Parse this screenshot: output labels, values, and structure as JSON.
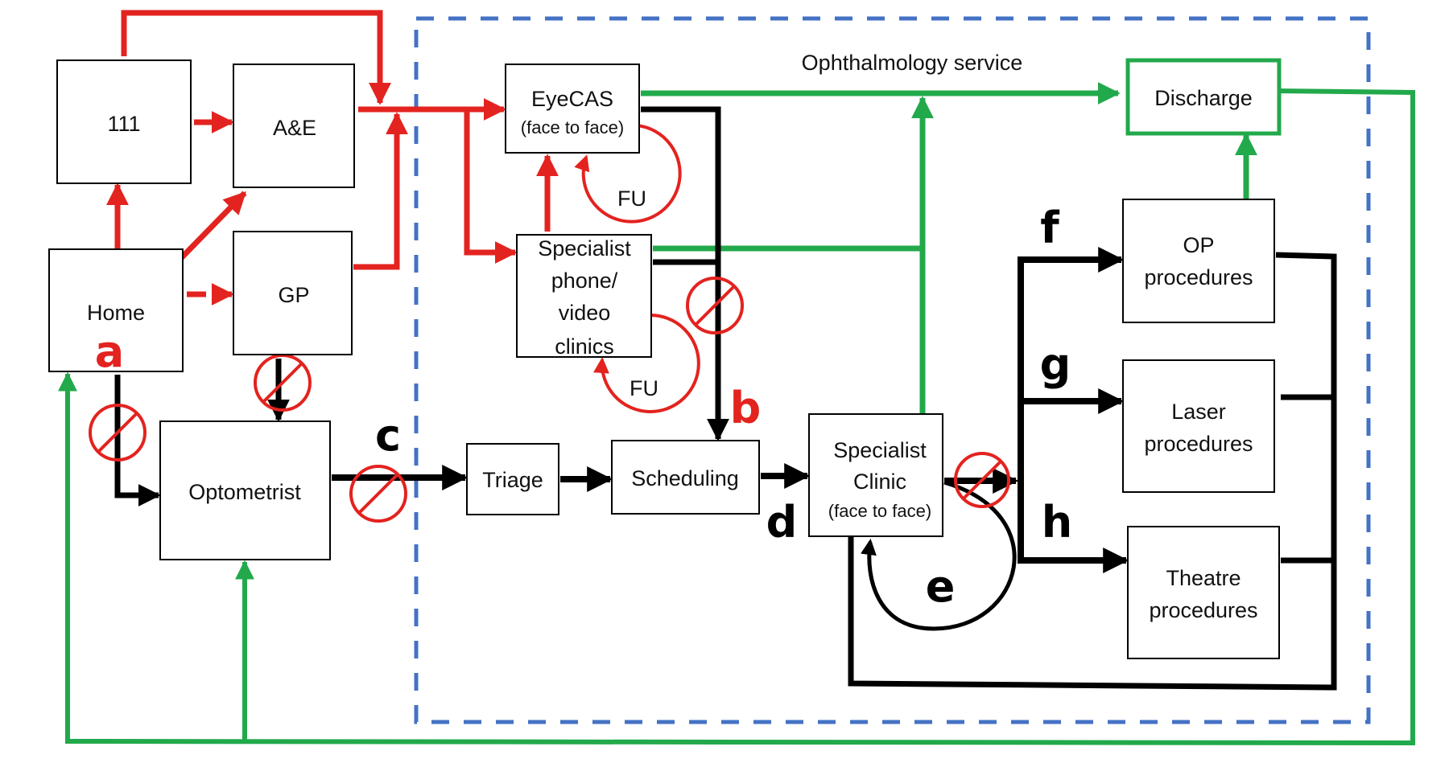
{
  "diagram": {
    "region_label": "Ophthalmology service",
    "colors": {
      "referral_red": "#e3231f",
      "discharge_green": "#22a94b",
      "pathway_black": "#000000",
      "service_boundary_blue": "#4472c4"
    },
    "nodes": {
      "n111": "111",
      "ae": "A&E",
      "home": "Home",
      "gp": "GP",
      "optometrist": "Optometrist",
      "eyecas_l1": "EyeCAS",
      "eyecas_l2": "(face to face)",
      "spec_phone_l1": "Specialist",
      "spec_phone_l2": "phone/",
      "spec_phone_l3": "video",
      "spec_phone_l4": "clinics",
      "triage": "Triage",
      "scheduling": "Scheduling",
      "spec_clinic_l1": "Specialist",
      "spec_clinic_l2": "Clinic",
      "spec_clinic_l3": "(face to face)",
      "discharge": "Discharge",
      "op_l1": "OP",
      "op_l2": "procedures",
      "laser_l1": "Laser",
      "laser_l2": "procedures",
      "theatre_l1": "Theatre",
      "theatre_l2": "procedures"
    },
    "loop_labels": {
      "fu_eyecas": "FU",
      "fu_phone": "FU"
    },
    "annotations": {
      "a": "a",
      "b": "b",
      "c": "c",
      "d": "d",
      "e": "e",
      "f": "f",
      "g": "g",
      "h": "h"
    },
    "blocked_symbols": [
      "home-to-optometrist",
      "gp-to-optometrist",
      "optometrist-to-triage",
      "specialist-phone-to-scheduling",
      "specialist-clinic-to-procedures"
    ]
  }
}
